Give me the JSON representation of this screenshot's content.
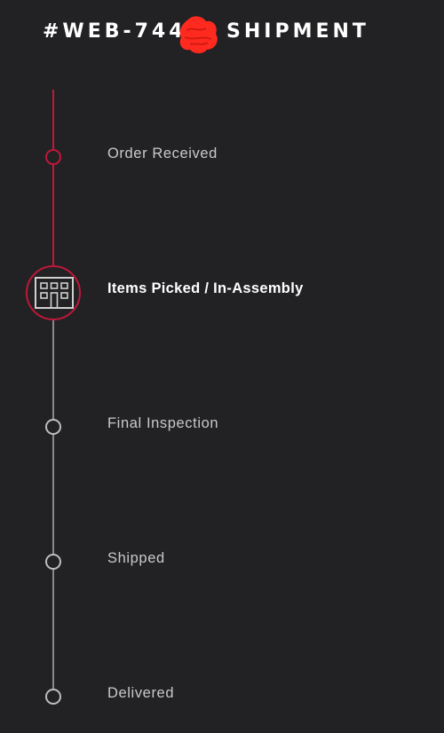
{
  "header": {
    "title_prefix": "#WEB-744",
    "title_suffix": "SHIPMENT",
    "redaction_icon": "redaction-scribble-icon"
  },
  "steps": [
    {
      "label": "Order Received",
      "state": "complete",
      "icon": "circle-node-icon"
    },
    {
      "label": "Items Picked / In-Assembly",
      "state": "current",
      "icon": "building-icon"
    },
    {
      "label": "Final Inspection",
      "state": "pending",
      "icon": "circle-node-icon"
    },
    {
      "label": "Shipped",
      "state": "pending",
      "icon": "circle-node-icon"
    },
    {
      "label": "Delivered",
      "state": "pending",
      "icon": "circle-node-icon"
    }
  ],
  "colors": {
    "background": "#222224",
    "accent": "#c0173a",
    "redaction": "#ff2a1f",
    "pending": "#bdbdbd",
    "text": "#c9c9c9",
    "text_active": "#ffffff"
  }
}
